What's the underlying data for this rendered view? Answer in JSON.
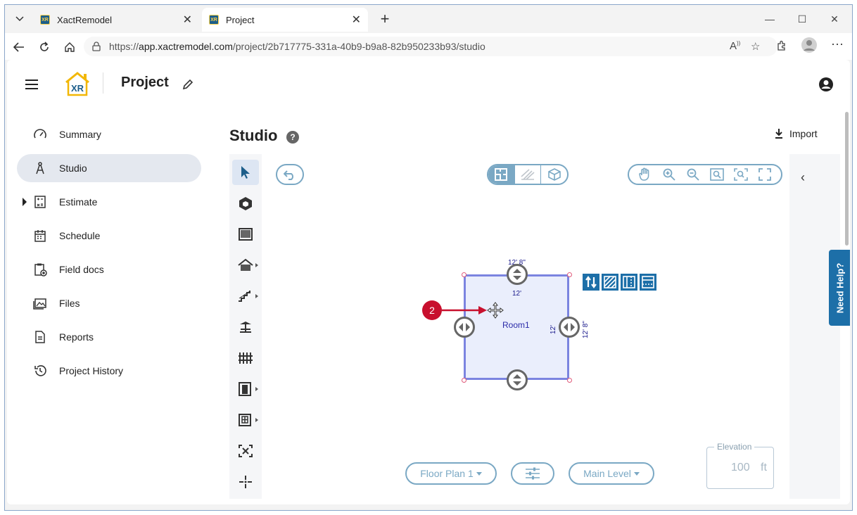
{
  "browser": {
    "tabs": [
      {
        "title": "XactRemodel",
        "active": false
      },
      {
        "title": "Project",
        "active": true
      }
    ],
    "url_prefix": "https://",
    "url_host": "app.xactremodel.com",
    "url_path": "/project/2b717775-331a-40b9-b9a8-82b950233b93/studio"
  },
  "header": {
    "logo_text": "XR",
    "title": "Project"
  },
  "sidebar": {
    "items": [
      {
        "label": "Summary",
        "icon": "gauge-icon"
      },
      {
        "label": "Studio",
        "icon": "compass-icon",
        "active": true
      },
      {
        "label": "Estimate",
        "icon": "calculator-icon",
        "expandable": true
      },
      {
        "label": "Schedule",
        "icon": "calendar-icon"
      },
      {
        "label": "Field docs",
        "icon": "clipboard-icon"
      },
      {
        "label": "Files",
        "icon": "image-icon"
      },
      {
        "label": "Reports",
        "icon": "document-icon"
      },
      {
        "label": "Project History",
        "icon": "history-icon"
      }
    ]
  },
  "studio": {
    "title": "Studio",
    "help": "?",
    "import_label": "Import",
    "room": {
      "name": "Room1",
      "top_outer_dim": "12' 8\"",
      "top_inner_dim": "12'",
      "right_inner_dim": "12'",
      "right_outer_dim": "12' 8\""
    },
    "step_badge": "2",
    "floor_plan_label": "Floor Plan 1",
    "level_label": "Main Level",
    "elevation": {
      "label": "Elevation",
      "value": "100",
      "unit": "ft"
    },
    "need_help": "Need Help?",
    "collapse_glyph": "‹"
  },
  "colors": {
    "accent": "#7aa8c4",
    "room_fill": "#eaeefc",
    "room_border": "#7b84e0",
    "action_blue": "#1d6fa8",
    "badge_red": "#c8102e"
  }
}
